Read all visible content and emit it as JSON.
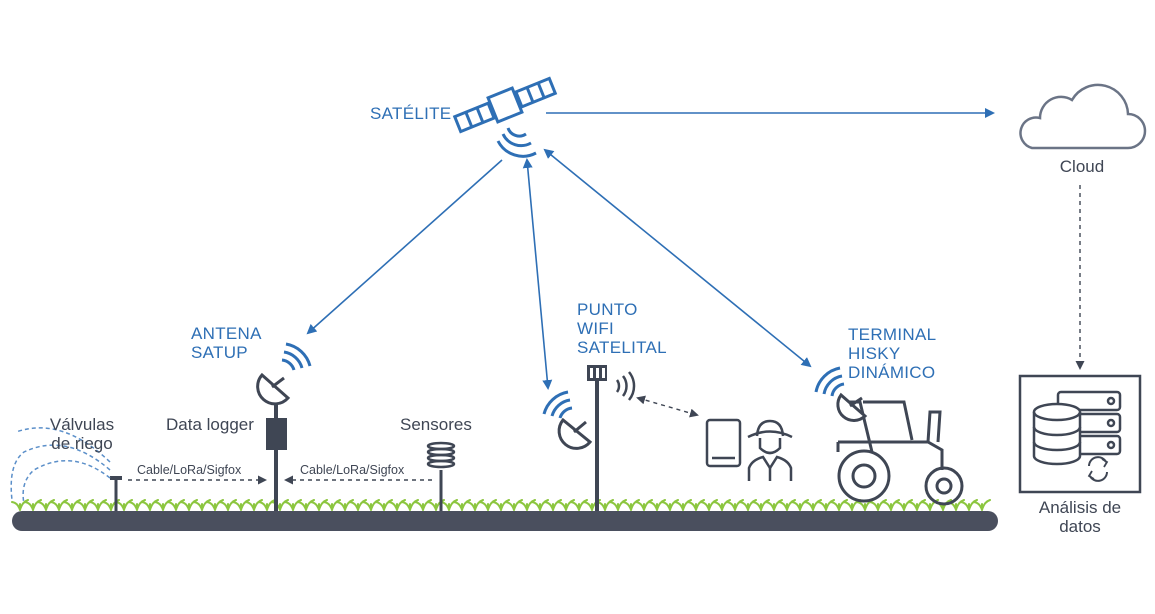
{
  "labels": {
    "satellite": "SATÉLITE",
    "cloud": "Cloud",
    "antenna": "ANTENA\nSATUP",
    "wifi_point": "PUNTO\nWIFI\nSATELITAL",
    "terminal": "TERMINAL\nHISKY\nDINÁMICO",
    "valves": "Válvulas\nde riego",
    "data_logger": "Data logger",
    "sensors": "Sensores",
    "link_valves": "Cable/LoRa/Sigfox",
    "link_sensors": "Cable/LoRa/Sigfox",
    "analysis": "Análisis de\ndatos"
  },
  "colors": {
    "blue": "#2e6fb5",
    "dark": "#3f4654",
    "ground": "#4a4f5e",
    "grass": "#8cc63f",
    "cloud_stroke": "#6b7486"
  },
  "icons": [
    "satellite-icon",
    "cloud-icon",
    "dish-antenna-icon",
    "wifi-antenna-icon",
    "tractor-icon",
    "tablet-icon",
    "farmer-icon",
    "database-server-icon",
    "sensor-icon",
    "data-logger-icon",
    "valve-icon"
  ]
}
